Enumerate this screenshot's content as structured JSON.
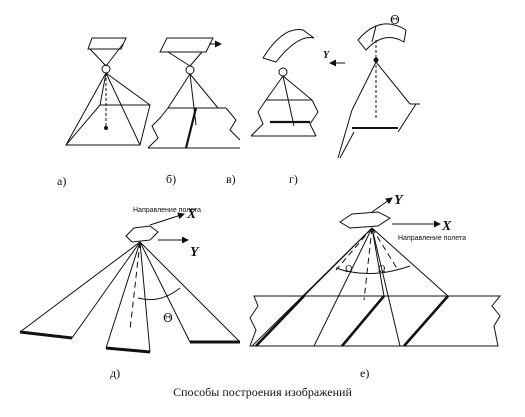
{
  "panel_labels": [
    "а)",
    "б)",
    "в)",
    "г)",
    "д)",
    "е)"
  ],
  "direction_label": "Направление полета",
  "axis_x": "X",
  "axis_y": "Y",
  "angle_theta": "Θ",
  "angle_omega": "Ω",
  "caption": "Способы построения изображений"
}
